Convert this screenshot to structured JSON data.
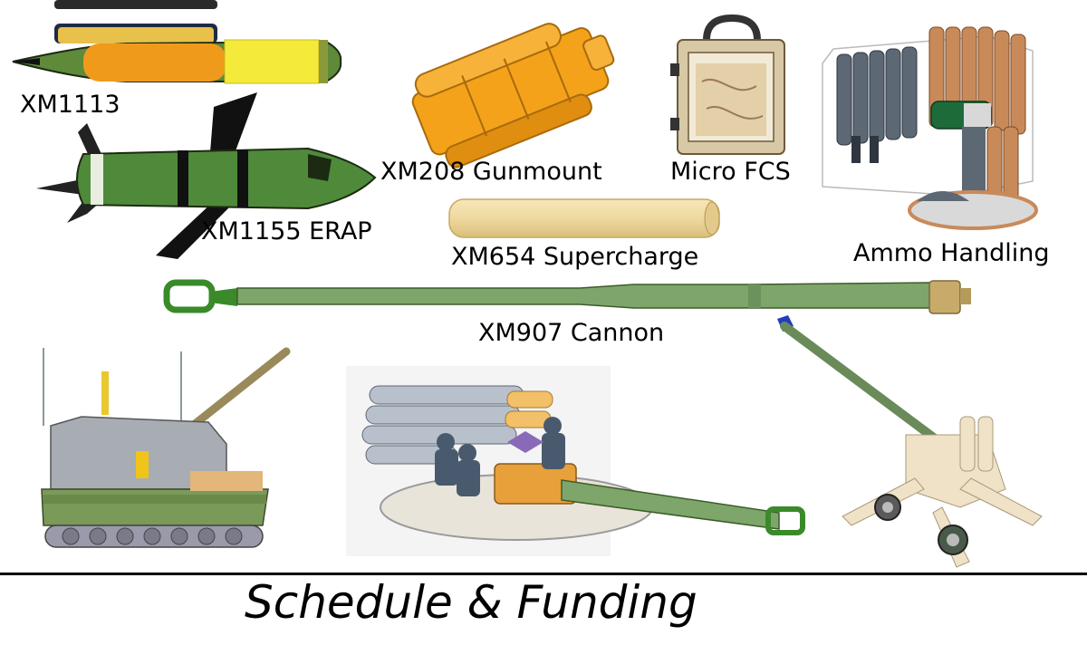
{
  "labels": {
    "xm1113": "XM1113",
    "xm1155": "XM1155 ERAP",
    "xm208": "XM208 Gunmount",
    "micro_fcs": "Micro FCS",
    "xm654": "XM654 Supercharge",
    "ammo_handling": "Ammo Handling",
    "xm907": "XM907 Cannon"
  },
  "footer": {
    "title": "Schedule & Funding"
  },
  "colors": {
    "olive_green": "#5e8a3a",
    "barrel_green": "#7fa66a",
    "orange": "#f09a1c",
    "yellow": "#f4ea3a",
    "beige": "#efd9a0",
    "tan": "#e7d9b8",
    "grey_blue": "#5a6674",
    "copper": "#c98a5a"
  }
}
